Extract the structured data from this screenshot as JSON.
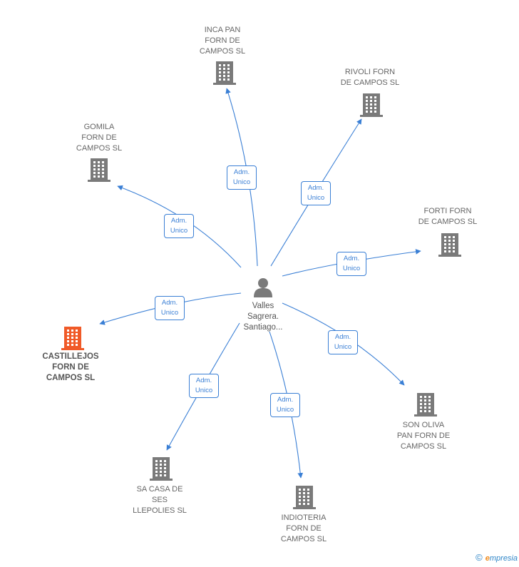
{
  "center": {
    "label": "Valles\nSagrera.\nSantiago..."
  },
  "relation_label": {
    "line1": "Adm.",
    "line2": "Unico"
  },
  "companies": [
    {
      "id": "inca",
      "label": "INCA PAN\nFORN DE\nCAMPOS SL",
      "highlight": false
    },
    {
      "id": "rivoli",
      "label": "RIVOLI FORN\nDE CAMPOS SL",
      "highlight": false
    },
    {
      "id": "gomila",
      "label": "GOMILA\nFORN DE\nCAMPOS SL",
      "highlight": false
    },
    {
      "id": "forti",
      "label": "FORTI FORN\nDE CAMPOS SL",
      "highlight": false
    },
    {
      "id": "castillejos",
      "label": "CASTILLEJOS\nFORN DE\nCAMPOS SL",
      "highlight": true
    },
    {
      "id": "son-oliva",
      "label": "SON OLIVA\nPAN FORN DE\nCAMPOS SL",
      "highlight": false
    },
    {
      "id": "sa-casa",
      "label": "SA CASA DE\nSES\nLLEPOLIES SL",
      "highlight": false
    },
    {
      "id": "indioteria",
      "label": "INDIOTERIA\nFORN DE\nCAMPOS SL",
      "highlight": false
    }
  ],
  "colors": {
    "edge": "#3a7fd5",
    "building": "#7a7a7a",
    "building_highlight": "#f05a28",
    "person": "#7a7a7a"
  },
  "footer": {
    "copyright": "©",
    "brand_first": "e",
    "brand_rest": "mpresia"
  }
}
